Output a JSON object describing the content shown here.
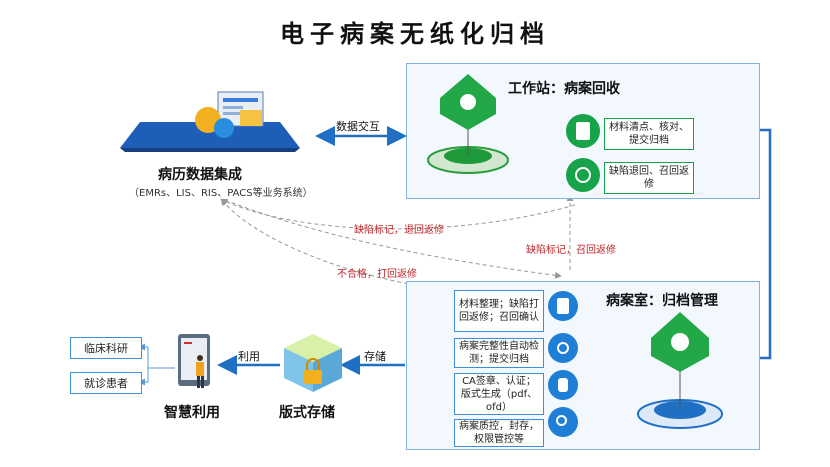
{
  "title": "电子病案无纸化归档",
  "source": {
    "title": "病历数据集成",
    "subtitle": "（EMRs、LIS、RIS、PACS等业务系统）"
  },
  "exchange_label": "数据交互",
  "workstation": {
    "title": "工作站：病案回收",
    "items": [
      "材料清点、核对、提交归档",
      "缺陷退回、召回返修"
    ]
  },
  "archive_room": {
    "title": "病案室：归档管理",
    "items": [
      "材料整理；缺陷打回返修；召回确认",
      "病案完整性自动检测；提交归档",
      "CA签章、认证；版式生成（pdf、ofd）",
      "病案质控，封存，权限管控等"
    ]
  },
  "feedback": {
    "defect_mark": "缺陷标记，退回返修",
    "defect_recall": "缺陷标记，召回返修",
    "unqualified": "不合格，打回返修"
  },
  "storage": {
    "arrow_label": "存储",
    "title": "版式存储"
  },
  "usage": {
    "arrow_label": "利用",
    "title": "智慧利用",
    "targets": [
      "临床科研",
      "就诊患者"
    ]
  }
}
